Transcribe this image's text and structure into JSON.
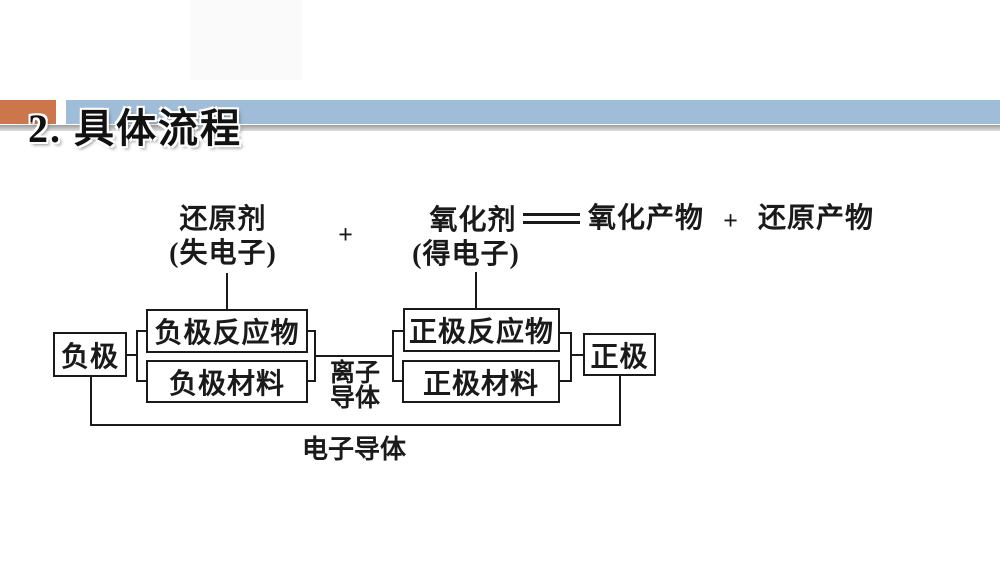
{
  "slide": {
    "title": "2. 具体流程"
  },
  "theme": {
    "accent_orange": "#CE764B",
    "accent_blue": "#9FBCD8",
    "header_shadow_gray": "#9C9C9C",
    "ink_black": "#1A1A1A",
    "background": "#FFFFFF"
  },
  "equation": {
    "reducing_agent": "还原剂",
    "reducing_agent_note": "(失电子)",
    "plus_left": "+",
    "oxidizing_agent": "氧化剂",
    "oxidizing_agent_note": "(得电子)",
    "equals_sign_name": "double-line-equals",
    "oxidation_product": "氧化产物",
    "plus_right": "+",
    "reduction_product": "还原产物"
  },
  "cell_diagram": {
    "negative_electrode": "负极",
    "negative_reactant": "负极反应物",
    "negative_material": "负极材料",
    "positive_reactant": "正极反应物",
    "positive_material": "正极材料",
    "positive_electrode": "正极",
    "ion_conductor_line1": "离子",
    "ion_conductor_line2": "导体",
    "electron_conductor": "电子导体"
  }
}
